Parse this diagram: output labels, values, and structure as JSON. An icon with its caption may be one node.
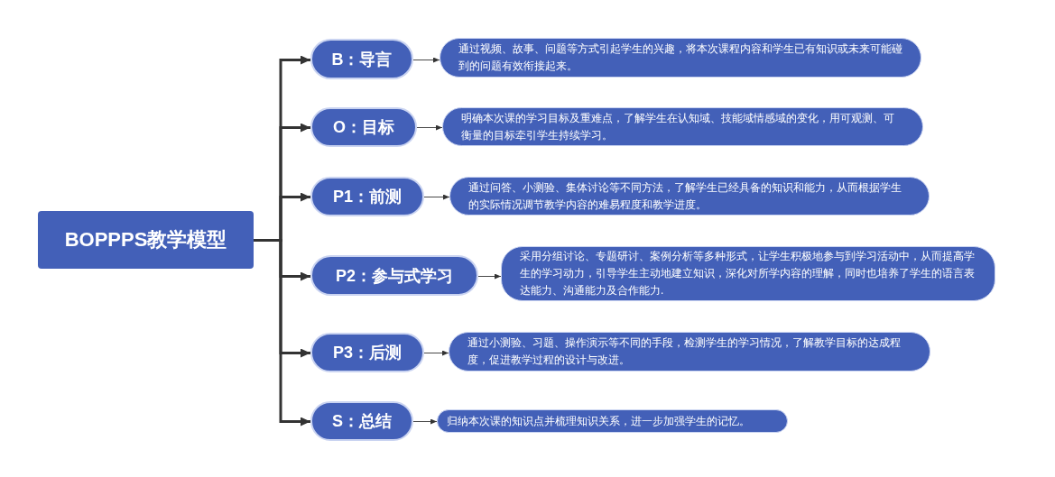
{
  "diagram": {
    "nodes": [
      {
        "text": [
          "BOPPPS教学模型"
        ]
      },
      {
        "text": [
          "B：导言"
        ]
      },
      {
        "text": [
          "通过视频、故事、问题等方式引起学生的兴趣，将本次课程内容和学生已有知识或未来可能碰到的问题有效衔接起来。"
        ]
      },
      {
        "text": [
          "O：目标"
        ]
      },
      {
        "text": [
          "明确本次课的学习目标及重难点，了解学生在认知域、技能域情感域的变化，用可观测、可衡量的目标牵引学生持续学习。"
        ]
      },
      {
        "text": [
          "P1：前测"
        ]
      },
      {
        "text": [
          "通过问答、小测验、集体讨论等不同方法，了解学生已经具备的知识和能力，从而根据学生的实际情况调节教学内容的难易程度和教学进度。"
        ]
      },
      {
        "text": [
          "P2：参与式学习"
        ]
      },
      {
        "text": [
          "采用分组讨论、专题研讨、案例分析等多种形式，让学生积极地参与到学习活动中，从而提高学生的学习动力，引导学生主动地建立知识，深化对所学内容的理解，同时也培养了学生的语言表达能力、沟通能力及合作能力."
        ]
      },
      {
        "text": [
          "P3：后测"
        ]
      },
      {
        "text": [
          "通过小测验、习题、操作演示等不同的手段，检测学生的学习情况，了解教学目标的达成程度，促进教学过程的设计与改进。"
        ]
      },
      {
        "text": [
          "S：总结"
        ]
      },
      {
        "text": [
          "归纳本次课的知识点并梳理知识关系，进一步加强学生的记忆。"
        ]
      }
    ],
    "edges": [
      {
        "from": 0,
        "to": 1,
        "arrow": "to",
        "style": "thick"
      },
      {
        "from": 0,
        "to": 3,
        "arrow": "to",
        "style": "thick"
      },
      {
        "from": 0,
        "to": 5,
        "arrow": "to",
        "style": "thick"
      },
      {
        "from": 0,
        "to": 7,
        "arrow": "to",
        "style": "thick"
      },
      {
        "from": 0,
        "to": 9,
        "arrow": "to",
        "style": "thick"
      },
      {
        "from": 0,
        "to": 11,
        "arrow": "to",
        "style": "thick"
      },
      {
        "from": 1,
        "to": 2,
        "arrow": "to"
      },
      {
        "from": 3,
        "to": 4,
        "arrow": "to"
      },
      {
        "from": 5,
        "to": 6,
        "arrow": "to"
      },
      {
        "from": 7,
        "to": 8,
        "arrow": "to"
      },
      {
        "from": 9,
        "to": 10,
        "arrow": "to"
      },
      {
        "from": 11,
        "to": 12,
        "arrow": "to"
      }
    ]
  }
}
